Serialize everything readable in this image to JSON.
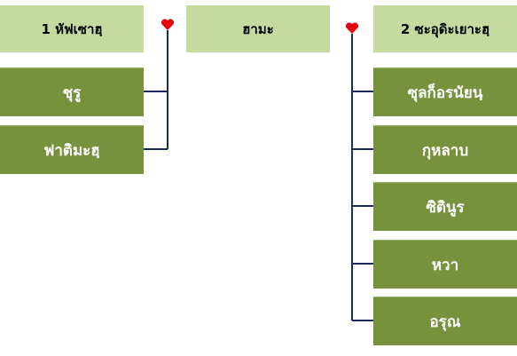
{
  "headers": {
    "left": "1 หัฟเซาฮฺ",
    "center": "ฮามะ",
    "right": "2 ซะอุดิะเยาะฮฺ"
  },
  "left_children": [
    "ชุรู",
    "ฟาติมะฮฺ"
  ],
  "right_children": [
    "ซุลก็อรนัยนฺ",
    "กุหลาบ",
    "ซิตินูร",
    "หวา",
    "อรุณ"
  ],
  "colors": {
    "header_fill": "#c6da9f",
    "child_fill": "#76923c",
    "connector": "#1f2a5c",
    "heart": "#e8000b"
  }
}
